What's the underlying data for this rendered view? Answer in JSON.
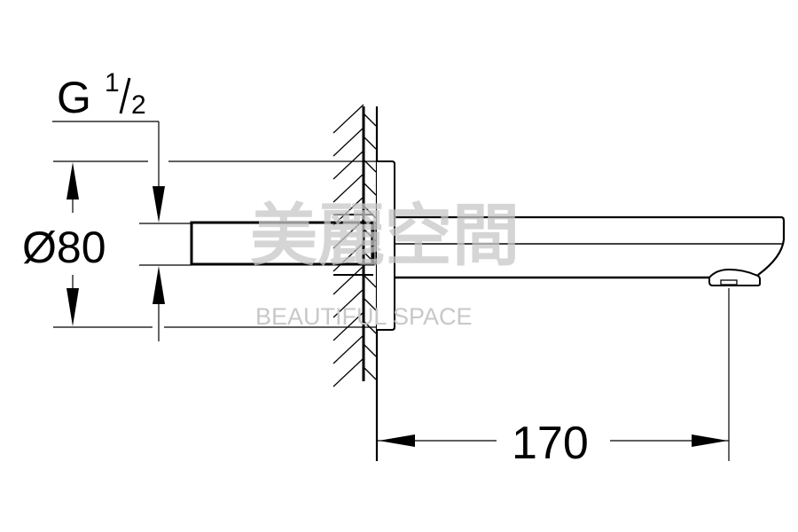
{
  "labels": {
    "thread_prefix": "G",
    "thread_num": "1",
    "thread_den": "2",
    "diameter": "Ø80",
    "length": "170"
  },
  "watermark": {
    "cn": "美麗空間",
    "en": "BEAUTIFUL SPACE"
  },
  "colors": {
    "line": "#000000",
    "watermark": "#c8c8c8"
  }
}
